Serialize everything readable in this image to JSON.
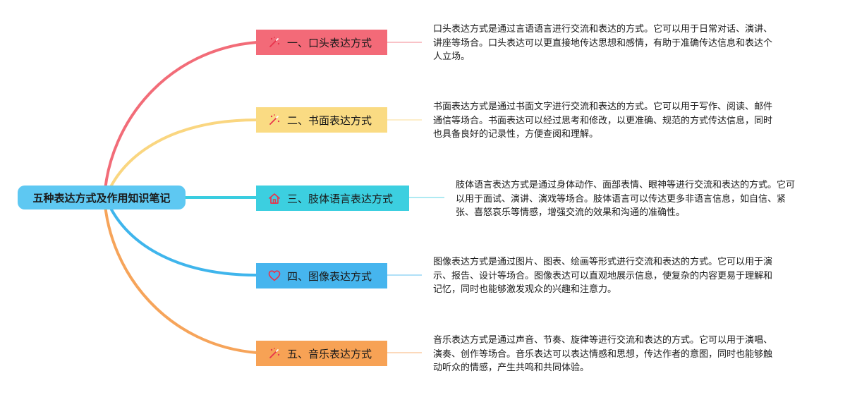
{
  "root": {
    "title": "五种表达方式及作用知识笔记",
    "color": "#5ec8f2"
  },
  "branches": [
    {
      "label": "一、口头表达方式",
      "icon": "magic-wand-icon",
      "color": "#f36a78",
      "line_color": "#f26c78",
      "description": "口头表达方式是通过言语语言进行交流和表达的方式。它可以用于日常对话、演讲、讲座等场合。口头表达可以更直接地传达思想和感情，有助于准确传达信息和表达个人立场。"
    },
    {
      "label": "二、书面表达方式",
      "icon": "magic-wand-icon",
      "color": "#fadb83",
      "line_color": "#fad680",
      "description": "书面表达方式是通过书面文字进行交流和表达的方式。它可以用于写作、阅读、邮件通信等场合。书面表达可以经过思考和修改，以更准确、规范的方式传达信息，同时也具备良好的记录性，方便查阅和理解。"
    },
    {
      "label": "三、肢体语言表达方式",
      "icon": "home-icon",
      "color": "#3ccfe0",
      "line_color": "#3acde0",
      "description": "肢体语言表达方式是通过身体动作、面部表情、眼神等进行交流和表达的方式。它可以用于面试、演讲、演戏等场合。肢体语言可以传达更多非语言信息，如自信、紧张、喜怒哀乐等情感，增强交流的效果和沟通的准确性。"
    },
    {
      "label": "四、图像表达方式",
      "icon": "heart-icon",
      "color": "#46b5ee",
      "line_color": "#3fb5ec",
      "description": "图像表达方式是通过图片、图表、绘画等形式进行交流和表达的方式。它可以用于演示、报告、设计等场合。图像表达可以直观地展示信息，使复杂的内容更易于理解和记忆，同时也能够激发观众的兴趣和注意力。"
    },
    {
      "label": "五、音乐表达方式",
      "icon": "magic-wand-icon",
      "color": "#f7a255",
      "line_color": "#f6a45a",
      "description": "音乐表达方式是通过声音、节奏、旋律等进行交流和表达的方式。它可以用于演唱、演奏、创作等场合。音乐表达可以表达情感和思想，传达作者的意图，同时也能够触动听众的情感，产生共鸣和共同体验。"
    }
  ]
}
